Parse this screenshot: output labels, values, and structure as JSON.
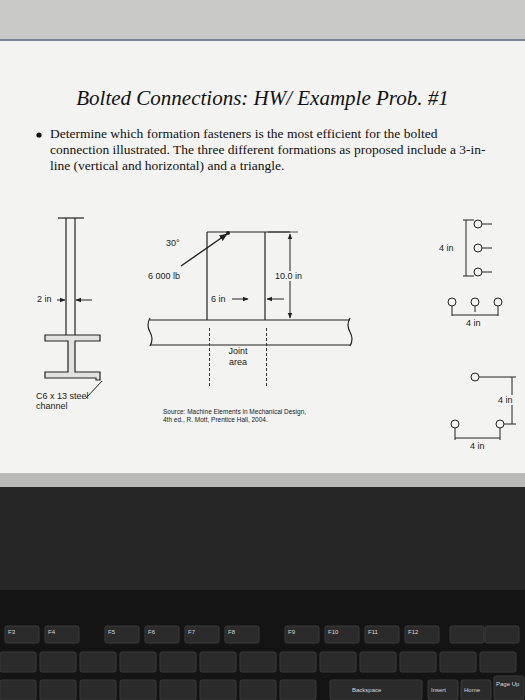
{
  "diagram": {
    "title": "Bolted Connections: HW/ Example Prob. #1",
    "nodes": [
      {
        "text": [
          "Joint area"
        ]
      }
    ],
    "labels": [
      "Determine which formation fasteners is the most efficient for the bolted connection illustrated. The three different formations as proposed include a 3-in-line (vertical and horizontal) and a triangle.",
      "30°",
      "6 000 lb",
      "10.0 in",
      "2 in",
      "6 in",
      "C6 x 13 steel channel",
      "Source: Machine Elements in Mechanical Design, 4th ed., R. Mott, Prentice Hall, 2004.",
      "4 in",
      "4 in",
      "4 in",
      "4 in",
      "F3",
      "F4",
      "F5",
      "F6",
      "F7",
      "F8",
      "F9",
      "F10",
      "F11",
      "F12",
      "Backspace",
      "Insert",
      "Home",
      "Page Up"
    ]
  }
}
